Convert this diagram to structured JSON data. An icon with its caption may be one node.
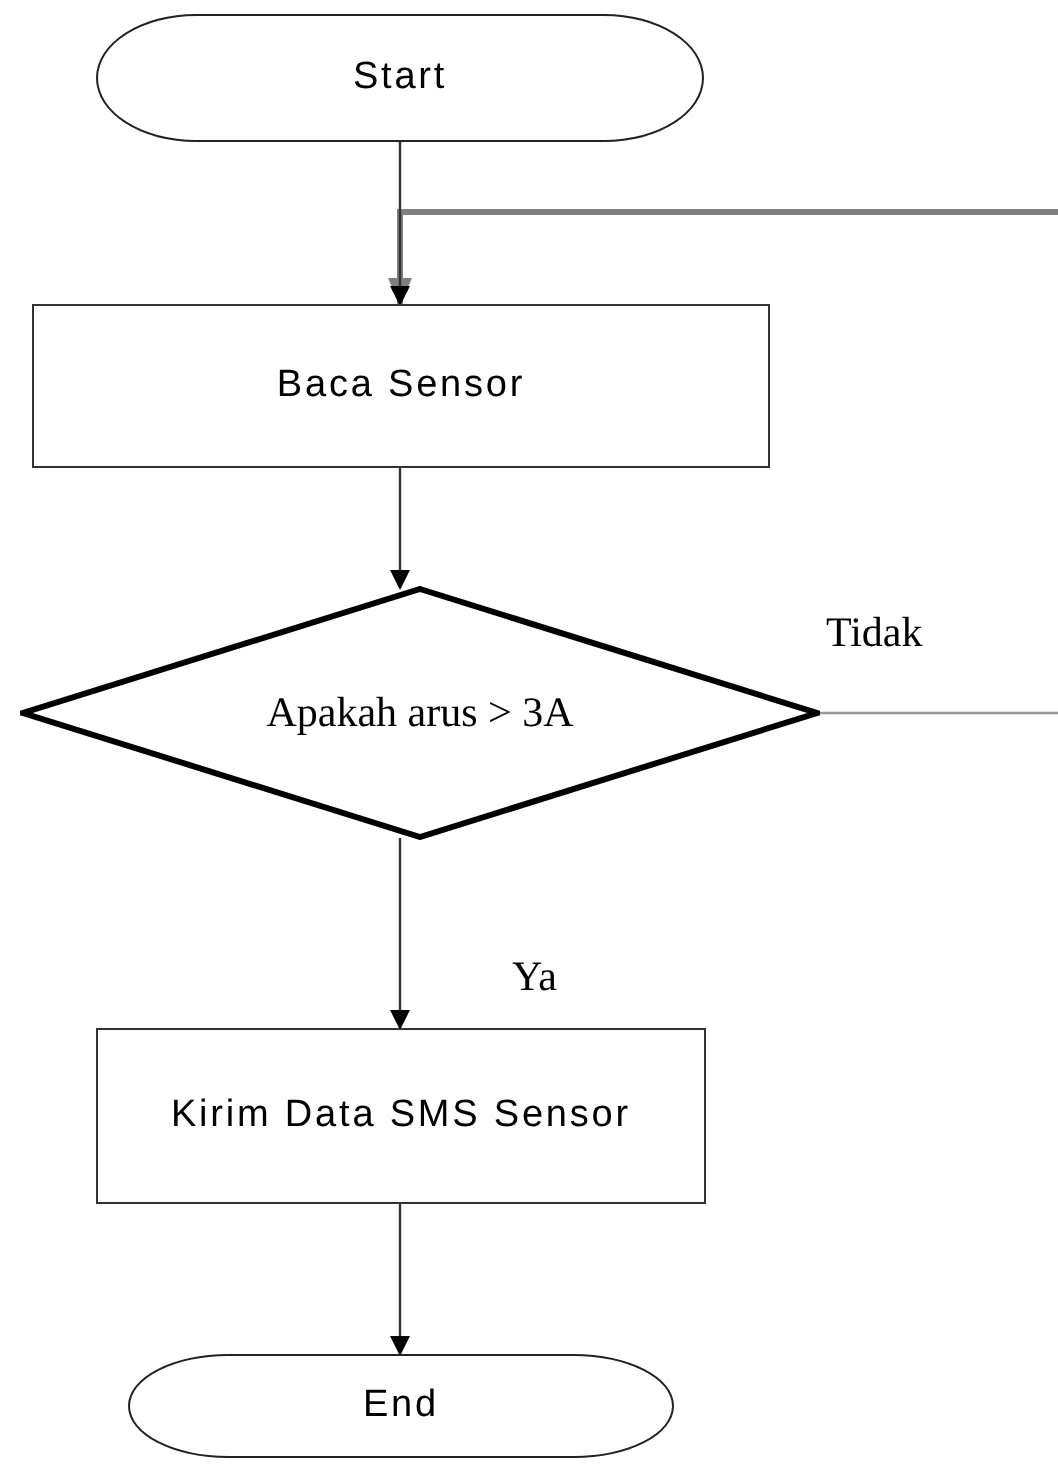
{
  "diagram": {
    "nodes": [
      {
        "text": [
          "Start"
        ]
      },
      {
        "text": [
          "Baca Sensor"
        ]
      },
      {
        "text": [
          "Apakah arus > 3A"
        ]
      },
      {
        "text": [
          "Kirim Data SMS Sensor"
        ]
      },
      {
        "text": [
          "End"
        ]
      }
    ],
    "edges": [
      {
        "from": 0,
        "to": 1,
        "arrow": "to"
      },
      {
        "from": 1,
        "to": 2,
        "arrow": "to"
      },
      {
        "from": 2,
        "to": 3,
        "arrow": "to",
        "label": "Ya"
      },
      {
        "from": 3,
        "to": 4,
        "arrow": "to"
      },
      {
        "from": 2,
        "to": null,
        "arrow": "none",
        "label": "Tidak",
        "color": "#999999"
      },
      {
        "from": null,
        "to": 1,
        "arrow": "to",
        "style": "thick",
        "color": "#808080"
      }
    ]
  }
}
